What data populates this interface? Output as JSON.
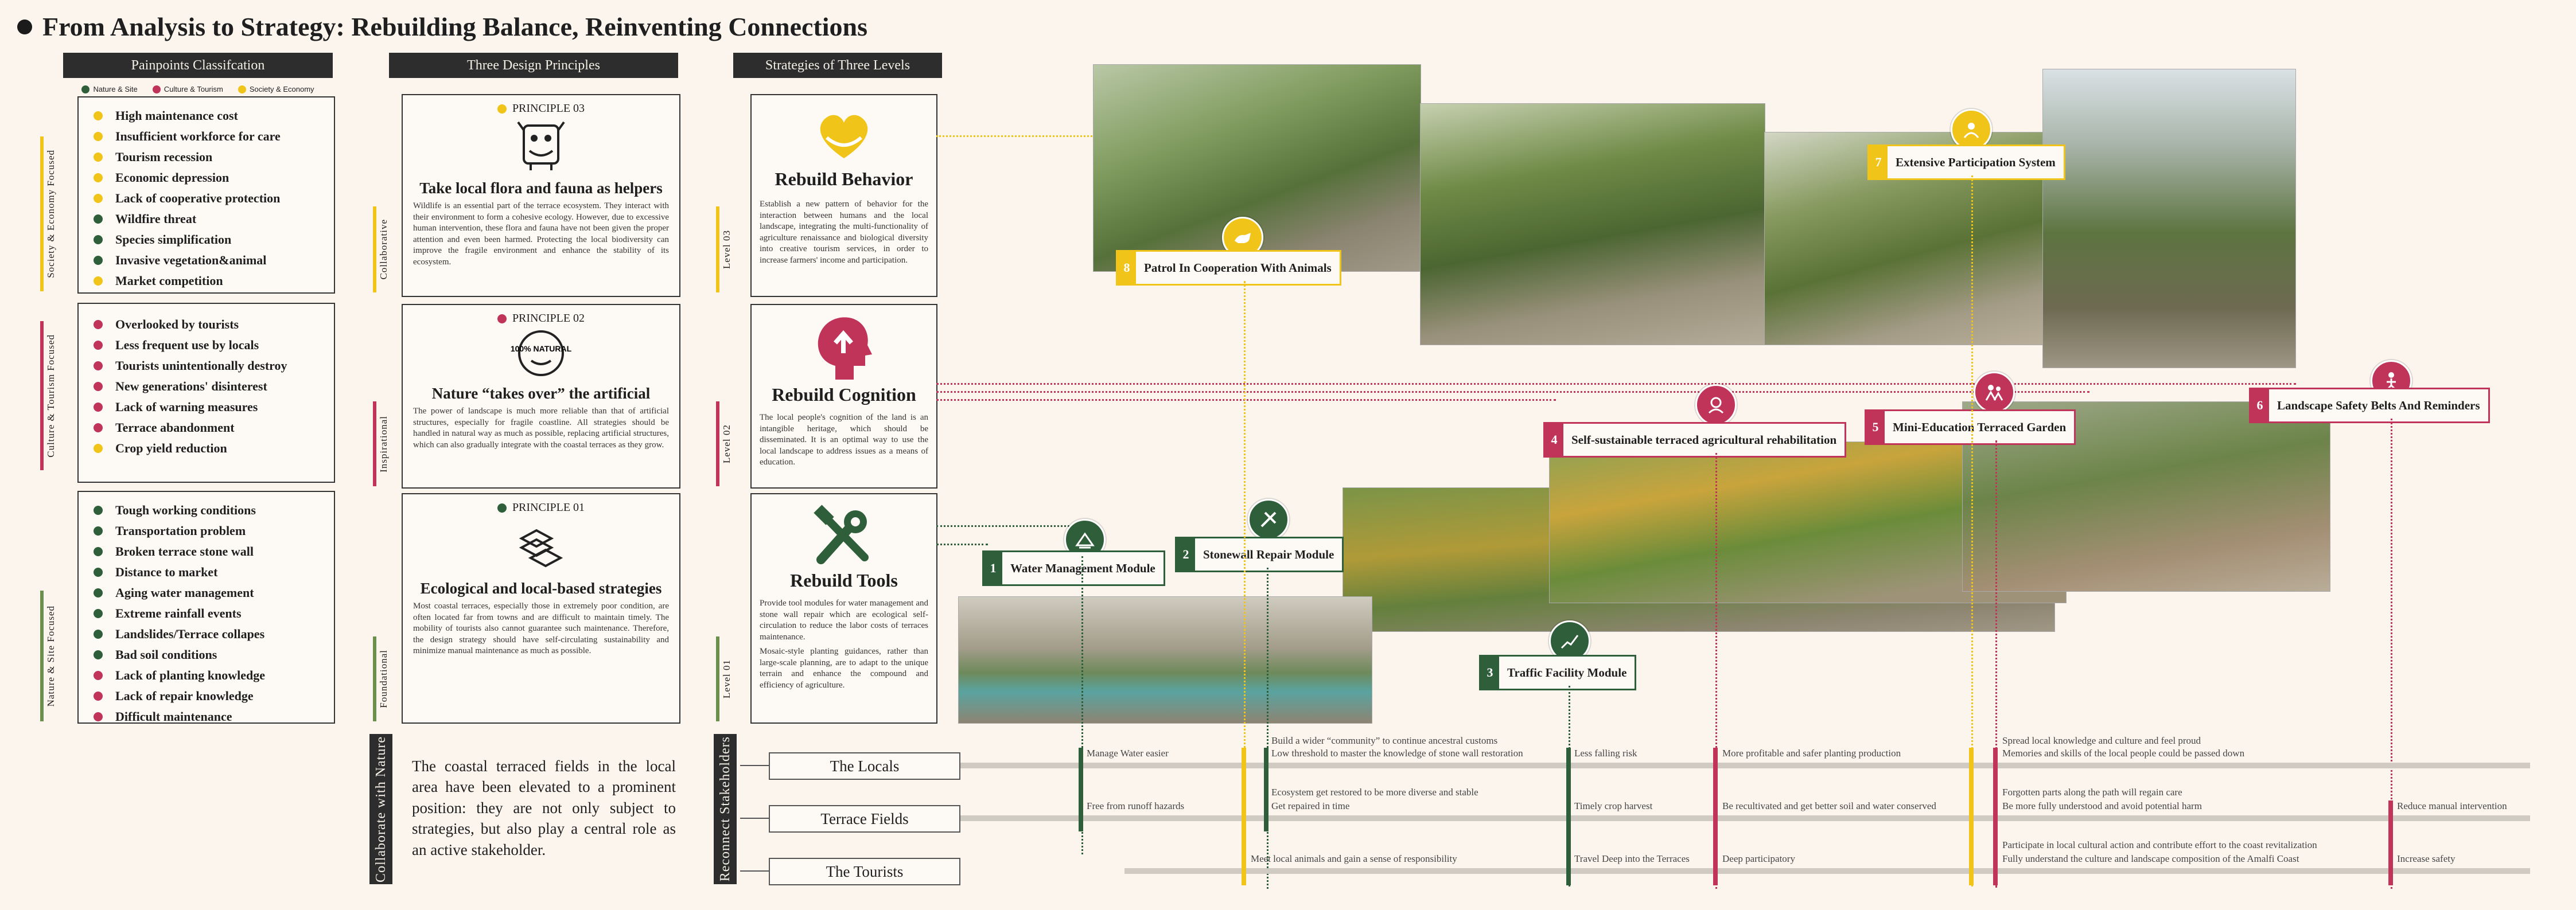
{
  "title": "From Analysis to Strategy: Rebuilding Balance, Reinventing Connections",
  "colors": {
    "nature": "#2e5e3a",
    "culture": "#c0345a",
    "society": "#f0c419"
  },
  "painpoints": {
    "header": "Painpoints Classifcation",
    "legend": [
      "Nature & Site",
      "Culture & Tourism",
      "Society & Economy"
    ],
    "groups": [
      {
        "label": "Society & Economy Focused",
        "items": [
          "High maintenance cost",
          "Insufficient workforce for care",
          "Tourism recession",
          "Economic depression",
          "Lack of cooperative protection",
          "Wildfire threat",
          "Species simplification",
          "Invasive vegetation&animal",
          "Market competition"
        ]
      },
      {
        "label": "Culture & Tourism Focused",
        "items": [
          "Overlooked by tourists",
          "Less frequent use by locals",
          "Tourists unintentionally destroy",
          "New generations' disinterest",
          "Lack of warning measures",
          "Terrace abandonment",
          "Crop yield reduction"
        ]
      },
      {
        "label": "Nature & Site Focused",
        "items": [
          "Tough working conditions",
          "Transportation problem",
          "Broken terrace stone wall",
          "Distance to market",
          "Aging water management",
          "Extreme rainfall events",
          "Landslides/Terrace collapes",
          "Bad soil conditions",
          "Lack of planting knowledge",
          "Lack of repair knowledge",
          "Difficult maintenance"
        ]
      }
    ]
  },
  "principles": {
    "header": "Three Design Principles",
    "items": [
      {
        "tag": "PRINCIPLE 03",
        "side": "Collaborative",
        "title": "Take local flora and fauna as helpers",
        "body": "Wildlife is an essential part of the terrace ecosystem. They interact with their environment to form a cohesive ecology. However, due to excessive human intervention, these flora and fauna have not been given the proper attention and even been harmed. Protecting the local biodiversity can improve the fragile environment and enhance the stability of its ecosystem."
      },
      {
        "tag": "PRINCIPLE 02",
        "side": "Inspirational",
        "title": "Nature “takes over” the artificial",
        "body": "The power of landscape is much more reliable than that of artificial structures, especially for fragile coastline. All strategies should be handled in natural way as much as possible, replacing artificial structures, which can also gradually integrate with the coastal terraces as they grow."
      },
      {
        "tag": "PRINCIPLE 01",
        "side": "Foundational",
        "title": "Ecological and local-based strategies",
        "body": "Most coastal terraces, especially those in extremely poor condition, are often located far from towns and are difficult to maintain timely. The mobility of tourists also cannot guarantee such maintenance. Therefore, the design strategy should have self-circulating sustainability and minimize manual maintenance as much as possible."
      }
    ],
    "badge_text": "100% NATURAL"
  },
  "strategies": {
    "header": "Strategies of Three Levels",
    "items": [
      {
        "level": "Level 03",
        "title": "Rebuild Behavior",
        "body": "Establish a new pattern of behavior for the interaction between humans and the local landscape, integrating the multi-functionality of agriculture renaissance and biological diversity into creative tourism services, in order to increase farmers' income and participation."
      },
      {
        "level": "Level 02",
        "title": "Rebuild Cognition",
        "body": "The local people's cognition of the land is an intangible heritage, which should be disseminated. It is an optimal way to use the local landscape to address issues as a means of education."
      },
      {
        "level": "Level 01",
        "title": "Rebuild Tools",
        "body": "Provide tool modules for water management and stone wall repair which are ecological self-circulation to reduce the labor costs of terraces maintenance.",
        "body2": "Mosaic-style planting guidances, rather than large-scale planning, are to adapt to the unique terrain and enhance the compound and efficiency of agriculture."
      }
    ]
  },
  "modules": [
    {
      "num": "1",
      "label": "Water Management Module",
      "color": "#2e5e3a"
    },
    {
      "num": "2",
      "label": "Stonewall Repair Module",
      "color": "#2e5e3a"
    },
    {
      "num": "3",
      "label": "Traffic Facility Module",
      "color": "#2e5e3a"
    },
    {
      "num": "4",
      "label": "Self-sustainable terraced agricultural rehabilitation",
      "color": "#c0345a"
    },
    {
      "num": "5",
      "label": "Mini-Education Terraced Garden",
      "color": "#c0345a"
    },
    {
      "num": "6",
      "label": "Landscape Safety Belts And Reminders",
      "color": "#c0345a"
    },
    {
      "num": "7",
      "label": "Extensive Participation System",
      "color": "#f0c419"
    },
    {
      "num": "8",
      "label": "Patrol In Cooperation With Animals",
      "color": "#f0c419"
    }
  ],
  "nature_block": {
    "side": "Collaborate with Nature",
    "text": "The coastal terraced fields in the local area have been elevated to a prominent position: they are not only subject to strategies, but also play a central role as an active stakeholder."
  },
  "stakeholders": {
    "side": "Reconnect Stakeholders",
    "rows": [
      "The Locals",
      "Terrace Fields",
      "The Tourists"
    ],
    "annotations": {
      "manage_water": "Manage Water easier",
      "free_runoff": "Free from runoff hazards",
      "community1": "Build a wider “community” to continue ancestral customs",
      "community2": "Low threshold to master the knowledge of stone wall restoration",
      "eco1": "Ecosystem get restored to be more diverse and stable",
      "eco2": "Get repaired in time",
      "animals": "Meet local animals and gain a sense of responsibility",
      "falling": "Less falling risk",
      "crop": "Timely crop harvest",
      "travel": "Travel Deep into the Terraces",
      "profit": "More profitable and safer planting production",
      "recult": "Be recultivated and get better soil and water conserved",
      "deep": "Deep participatory",
      "spread1": "Spread local knowledge and culture and feel proud",
      "spread2": "Memories and skills of the local people could be passed down",
      "forgot1": "Forgotten parts along the path will regain care",
      "forgot2": "Be more fully understood and avoid potential harm",
      "part1": "Participate in local cultural action and contribute effort to the coast revitalization",
      "part2": "Fully understand the culture and landscape composition of the Amalfi Coast",
      "reduce": "Reduce manual intervention",
      "safety": "Increase safety"
    }
  }
}
